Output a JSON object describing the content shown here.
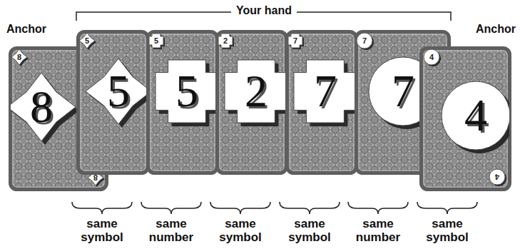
{
  "diagram": {
    "nodes": [
      {
        "text": [
          "8",
          "8",
          "8"
        ]
      },
      {
        "text": [
          "5",
          "5"
        ]
      },
      {
        "text": [
          "5",
          "5"
        ]
      },
      {
        "text": [
          "2",
          "2"
        ]
      },
      {
        "text": [
          "7",
          "7"
        ]
      },
      {
        "text": [
          "7",
          "7"
        ]
      },
      {
        "text": [
          "4",
          "4",
          "4"
        ]
      }
    ],
    "labels": [
      "Your hand",
      "Anchor",
      "Anchor",
      "same symbol",
      "same number",
      "same symbol",
      "same symbol",
      "same number",
      "same symbol"
    ]
  }
}
